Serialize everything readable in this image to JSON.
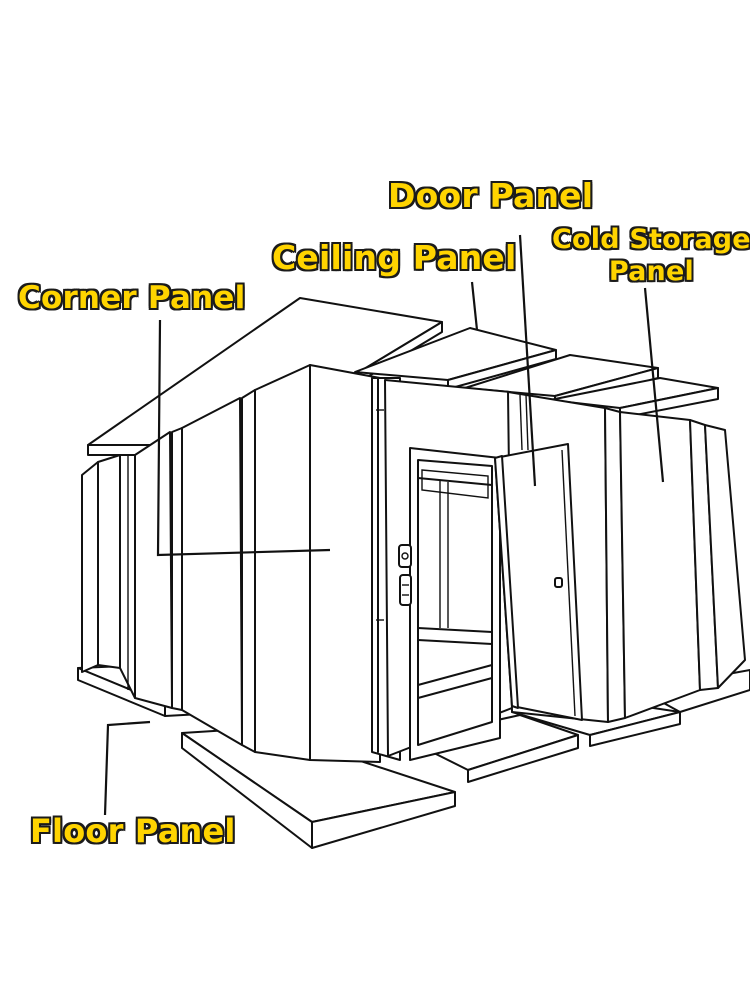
{
  "labels": {
    "door_panel": "Door Panel",
    "ceiling_panel": "Ceiling Panel",
    "cold_storage_line1": "Cold Storage",
    "cold_storage_line2": "Panel",
    "corner_panel": "Corner Panel",
    "floor_panel": "Floor Panel"
  },
  "colors": {
    "label_fill": "#ffd400",
    "label_outline": "#1b1b1b",
    "line": "#111111"
  }
}
